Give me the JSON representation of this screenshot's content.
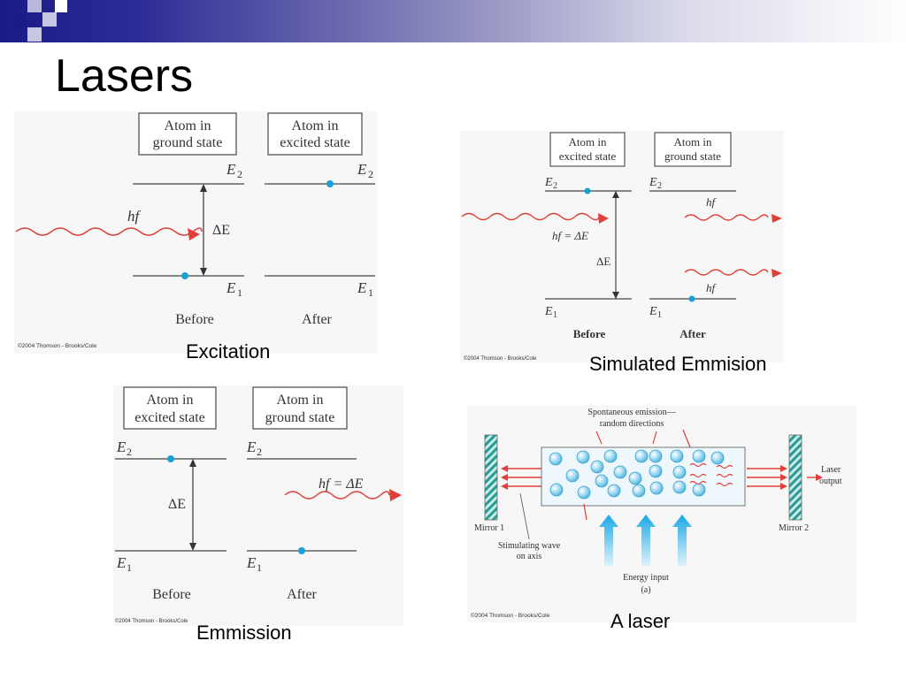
{
  "title": "Lasers",
  "captions": {
    "excitation": "Excitation",
    "stimulated": "Simulated Emmision",
    "emission": "Emmission",
    "laser": "A laser"
  },
  "copyright": "©2004 Thomson - Brooks/Cole",
  "fig_excitation": {
    "box_left_1": "Atom in",
    "box_left_2": "ground state",
    "box_right_1": "Atom in",
    "box_right_2": "excited state",
    "e2": "E",
    "e2_sub": "2",
    "e1": "E",
    "e1_sub": "1",
    "photon": "hf",
    "delta": "ΔE",
    "before": "Before",
    "after": "After"
  },
  "fig_stimulated": {
    "box_left_1": "Atom in",
    "box_left_2": "excited state",
    "box_right_1": "Atom in",
    "box_right_2": "ground state",
    "e2": "E",
    "e2_sub": "2",
    "e1": "E",
    "e1_sub": "1",
    "photon_in": "hf = ΔE",
    "photon_out": "hf",
    "delta": "ΔE",
    "before": "Before",
    "after": "After"
  },
  "fig_emission": {
    "box_left_1": "Atom in",
    "box_left_2": "excited state",
    "box_right_1": "Atom in",
    "box_right_2": "ground state",
    "e2": "E",
    "e2_sub": "2",
    "e1": "E",
    "e1_sub": "1",
    "photon": "hf = ΔE",
    "delta": "ΔE",
    "before": "Before",
    "after": "After"
  },
  "fig_laser": {
    "spont_1": "Spontaneous emission—",
    "spont_2": "random directions",
    "mirror1": "Mirror 1",
    "mirror2": "Mirror 2",
    "output_1": "Laser",
    "output_2": "output",
    "wave_1": "Stimulating wave",
    "wave_2": "on axis",
    "energy": "Energy input",
    "panel": "(a)"
  },
  "colors": {
    "banner": "#1c1a86",
    "photon": "#e0403a",
    "atom": "#1aa0d8",
    "atom_light": "#a8dcf2"
  }
}
